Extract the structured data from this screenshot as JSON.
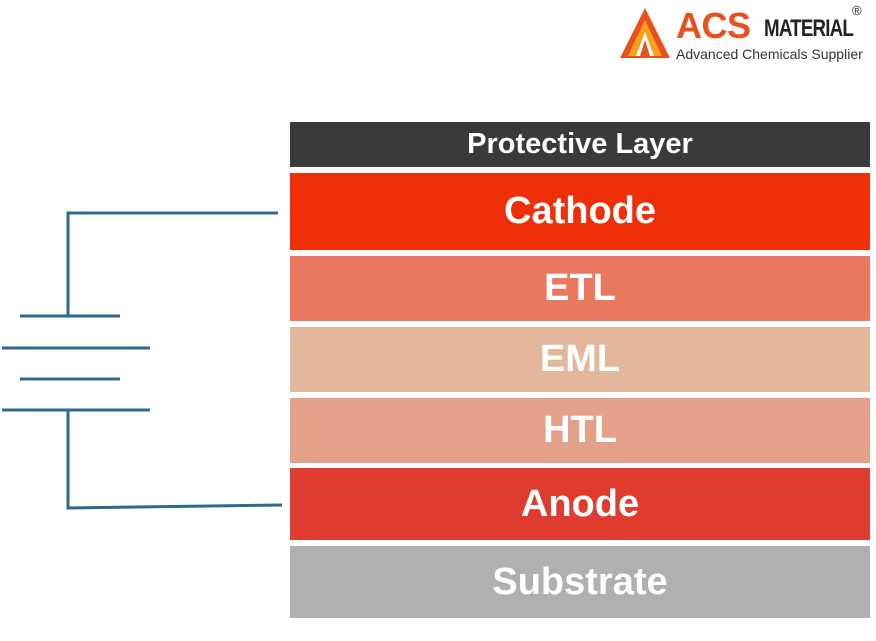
{
  "logo": {
    "brand": "ACS",
    "name": "MATERIAL",
    "registered": "®",
    "tagline": "Advanced Chemicals Supplier",
    "brand_color": "#e8501e",
    "mark_icon": "flame-triangle-icon"
  },
  "layers": [
    {
      "label": "Protective Layer",
      "color": "#3a3a3a"
    },
    {
      "label": "Cathode",
      "color": "#ee2f08"
    },
    {
      "label": "ETL",
      "color": "#ea785e"
    },
    {
      "label": "EML",
      "color": "#e3b79b"
    },
    {
      "label": "HTL",
      "color": "#e3a189"
    },
    {
      "label": "Anode",
      "color": "#e03b2f"
    },
    {
      "label": "Substrate",
      "color": "#b0b0b0"
    }
  ],
  "circuit": {
    "wire_color": "#2b6a8a",
    "battery_icon": "battery-symbol-icon"
  }
}
